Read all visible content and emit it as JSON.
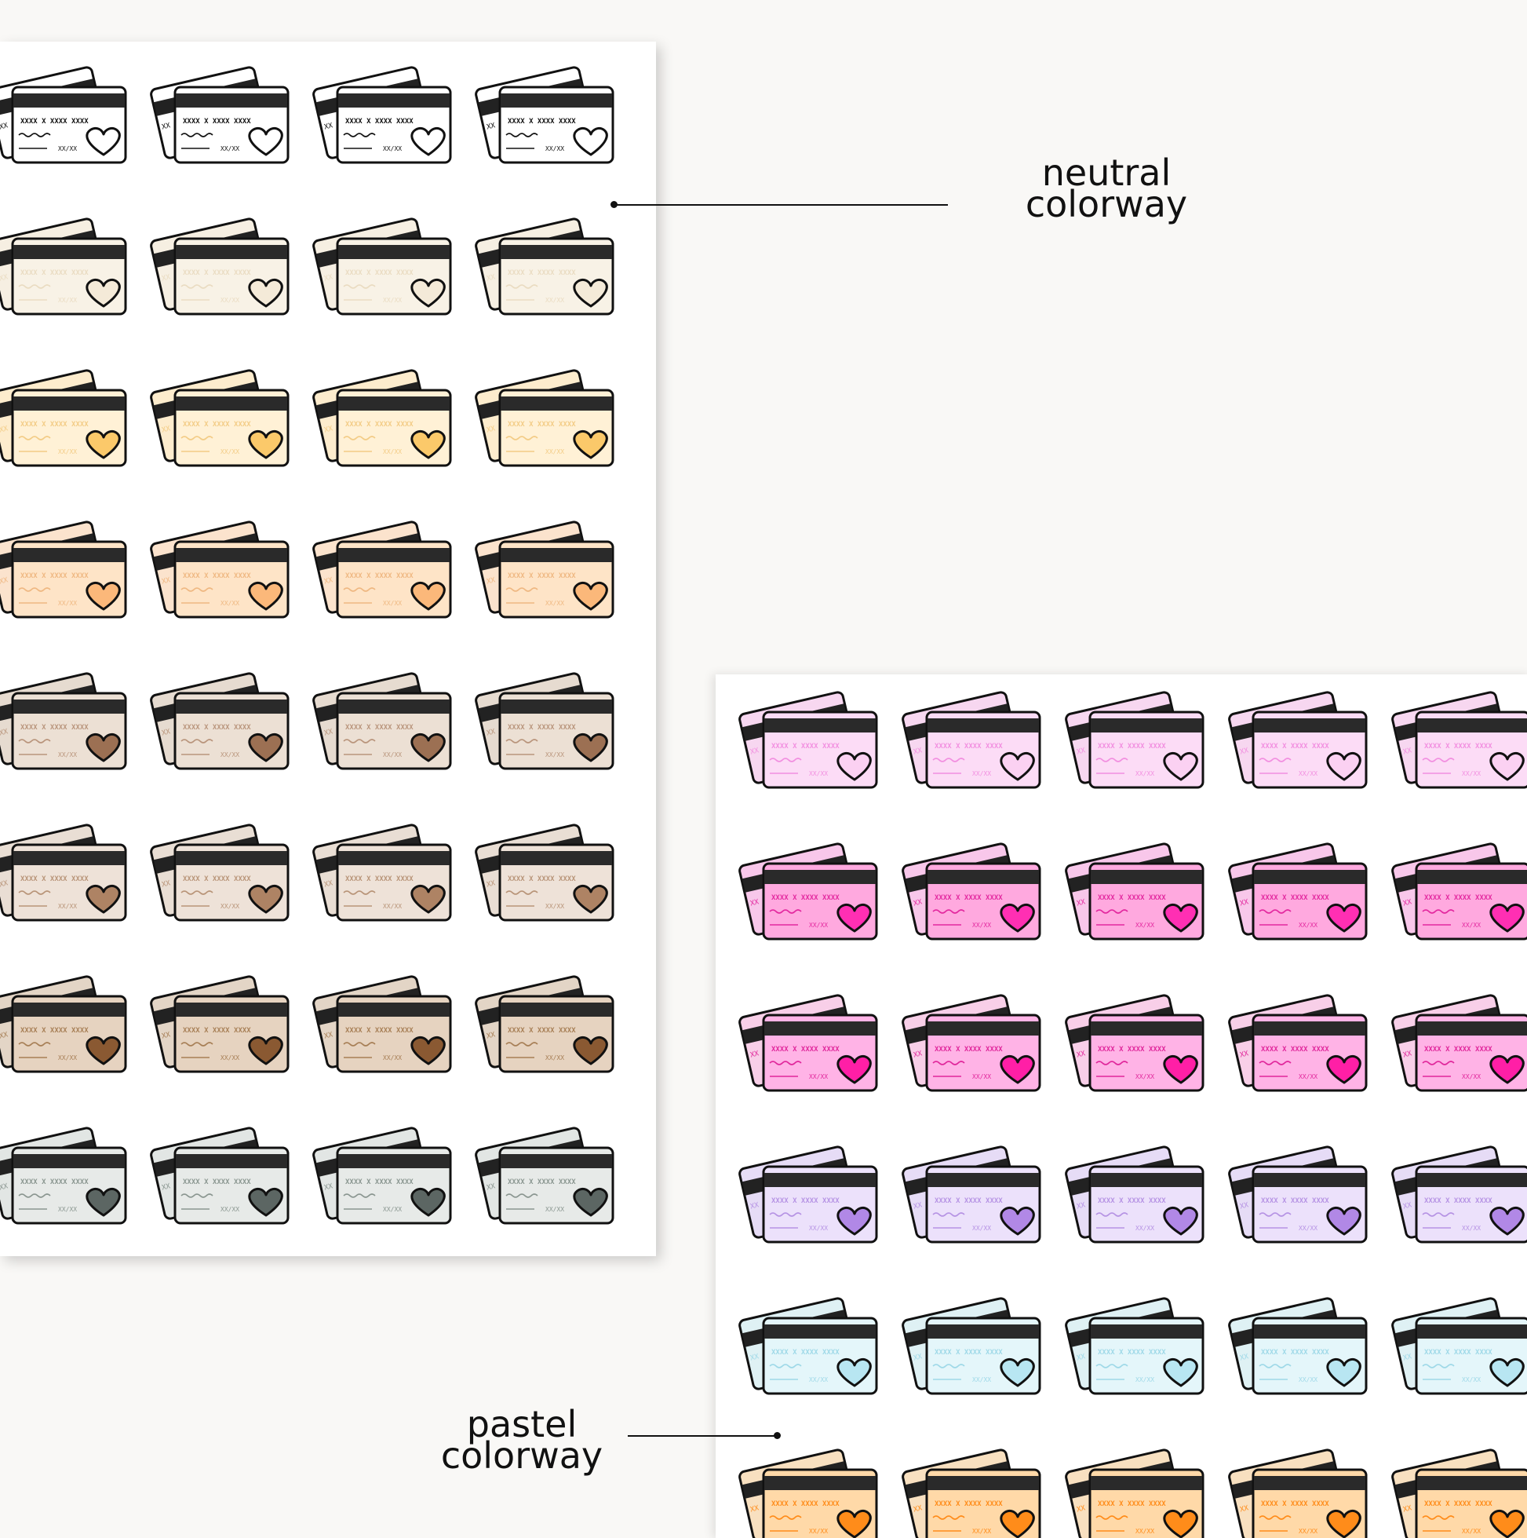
{
  "card_text": {
    "number": "XXXX X XXXX XXXX",
    "expiry": "XX/XX",
    "back_code": "XX"
  },
  "labels": {
    "neutral": {
      "line1": "neutral",
      "line2": "colorway"
    },
    "pastel": {
      "line1": "pastel",
      "line2": "colorway"
    }
  },
  "neutral_colorway": [
    {
      "bg": "#ffffff",
      "back": "#ffffff",
      "heart": "#ffffff",
      "ink": "#111111"
    },
    {
      "bg": "#f8f2e6",
      "back": "#f6efe2",
      "heart": "#f4ead8",
      "ink": "#eadcc2"
    },
    {
      "bg": "#fff1d6",
      "back": "#fdeccd",
      "heart": "#fbc96a",
      "ink": "#f3cc86"
    },
    {
      "bg": "#fee4c7",
      "back": "#fbe3cd",
      "heart": "#fbb87a",
      "ink": "#efb882"
    },
    {
      "bg": "#ece0d4",
      "back": "#e6dbd0",
      "heart": "#9c7053",
      "ink": "#b9957c"
    },
    {
      "bg": "#eee2d8",
      "back": "#e9ded4",
      "heart": "#ae8364",
      "ink": "#b89478"
    },
    {
      "bg": "#e6d3c0",
      "back": "#e3d5c6",
      "heart": "#8a5932",
      "ink": "#a77f56"
    },
    {
      "bg": "#e7eae8",
      "back": "#e2e6e4",
      "heart": "#5c6663",
      "ink": "#8a9690"
    }
  ],
  "pastel_colorway": [
    {
      "bg": "#fcdcf6",
      "back": "#f7d7f0",
      "heart": "#fbd1f2",
      "ink": "#f28fe0"
    },
    {
      "bg": "#ffa9df",
      "back": "#f8c7ea",
      "heart": "#ff2fb3",
      "ink": "#e3299f"
    },
    {
      "bg": "#ffb3e6",
      "back": "#f8cfe8",
      "heart": "#ff1fa6",
      "ink": "#e0279b"
    },
    {
      "bg": "#ece1fb",
      "back": "#e6dcf6",
      "heart": "#b188e6",
      "ink": "#b693e4"
    },
    {
      "bg": "#e4f6fa",
      "back": "#dff1f4",
      "heart": "#b8e6f2",
      "ink": "#9fd9e8"
    },
    {
      "bg": "#ffd9a8",
      "back": "#f8e0c0",
      "heart": "#ff8c1a",
      "ink": "#ff8c1a"
    }
  ]
}
